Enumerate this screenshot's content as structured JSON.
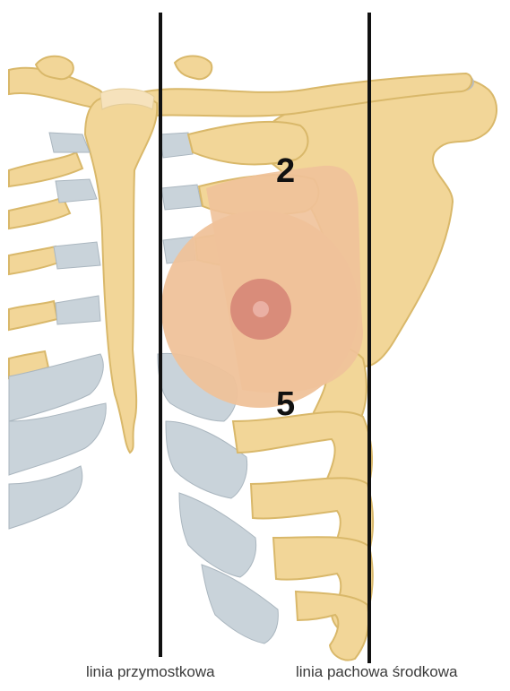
{
  "labels": {
    "rib_upper": "2",
    "rib_lower": "5",
    "line_left": "linia przymostkowa",
    "line_right": "linia pachowa środkowa"
  },
  "colors": {
    "bone": "#f2d698",
    "bone_outline": "#d9b86a",
    "cartilage": "#c9d3da",
    "breast": "#efc29a",
    "areola": "#d98c7a",
    "nipple": "#eab0a4",
    "line": "#111111"
  }
}
